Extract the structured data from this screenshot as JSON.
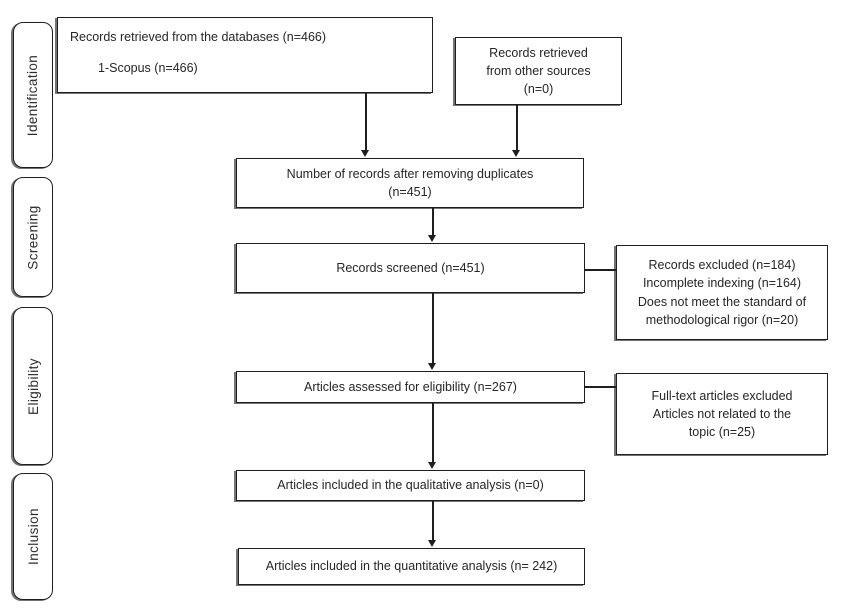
{
  "sidebar": {
    "stages": [
      {
        "label": "Identification"
      },
      {
        "label": "Screening"
      },
      {
        "label": "Eligibility"
      },
      {
        "label": "Inclusion"
      }
    ]
  },
  "boxes": {
    "databases": {
      "title": "Records retrieved from the databases (n=466)",
      "detail": "1-Scopus (n=466)"
    },
    "other_sources": {
      "lines": [
        "Records retrieved",
        "from other sources",
        "(n=0)"
      ]
    },
    "duplicates": {
      "lines": [
        "Number of records after removing duplicates",
        "(n=451)"
      ]
    },
    "screened": {
      "label": "Records screened (n=451)"
    },
    "screening_excluded": {
      "lines": [
        "Records excluded (n=184)",
        "Incomplete indexing (n=164)",
        "Does not meet the standard of",
        "methodological rigor (n=20)"
      ]
    },
    "assessed": {
      "label": "Articles assessed for eligibility (n=267)"
    },
    "fulltext_excluded": {
      "lines": [
        "Full-text articles excluded",
        "Articles not related to the",
        "topic (n=25)"
      ]
    },
    "qualitative": {
      "label": "Articles included in the qualitative analysis (n=0)"
    },
    "quantitative": {
      "label": "Articles included in the quantitative analysis (n= 242)"
    }
  },
  "colors": {
    "line": "#1f1f1f",
    "text": "#262626",
    "background": "#ffffff"
  }
}
